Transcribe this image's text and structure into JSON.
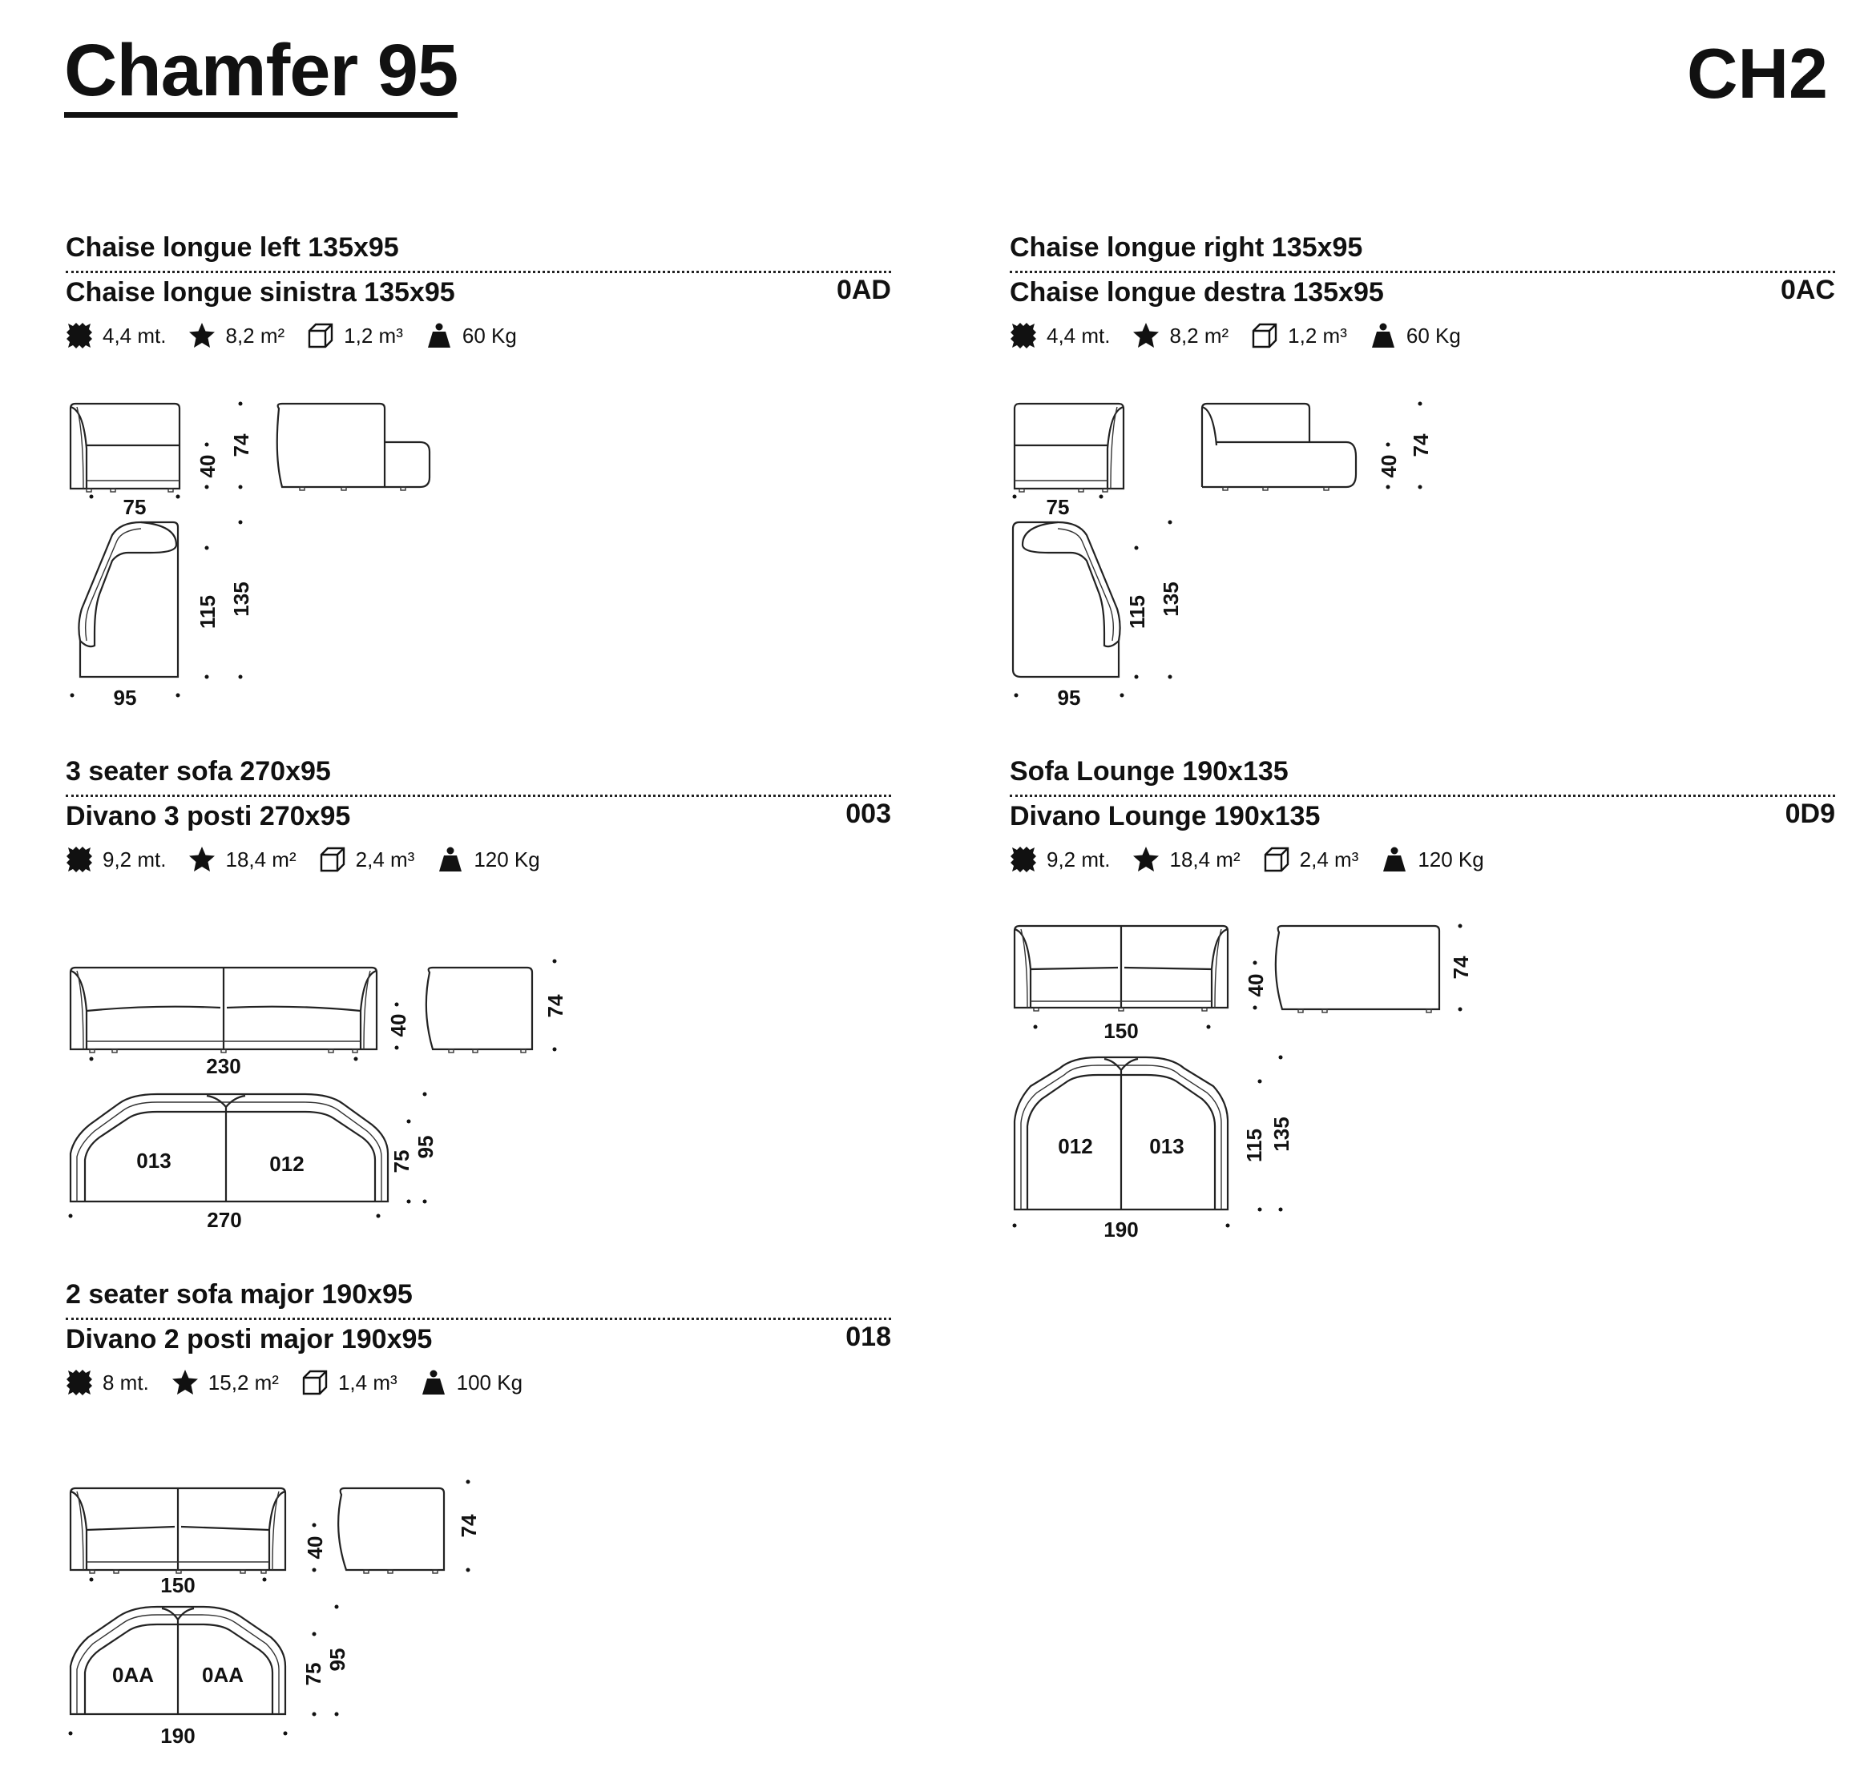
{
  "header": {
    "title": "Chamfer 95",
    "code": "CH2"
  },
  "icons": [
    "leather-hide-icon",
    "star-area-icon",
    "cube-volume-icon",
    "weight-icon"
  ],
  "sections": {
    "s1": {
      "title_en": "Chaise longue left 135x95",
      "title_it": "Chaise longue sinistra 135x95",
      "code": "0AD",
      "specs": {
        "length": "4,4 mt.",
        "area": "8,2 m²",
        "volume": "1,2 m³",
        "weight": "60 Kg"
      },
      "dims": {
        "front_width": "75",
        "seat_height": "40",
        "total_height": "74",
        "top_width": "95",
        "inner_depth": "115",
        "total_depth": "135"
      }
    },
    "s2": {
      "title_en": "Chaise longue right 135x95",
      "title_it": "Chaise longue destra 135x95",
      "code": "0AC",
      "specs": {
        "length": "4,4 mt.",
        "area": "8,2 m²",
        "volume": "1,2 m³",
        "weight": "60 Kg"
      },
      "dims": {
        "front_width": "75",
        "seat_height": "40",
        "total_height": "74",
        "top_width": "95",
        "inner_depth": "115",
        "total_depth": "135"
      }
    },
    "s3": {
      "title_en": "3 seater sofa 270x95",
      "title_it": "Divano 3 posti 270x95",
      "code": "003",
      "specs": {
        "length": "9,2 mt.",
        "area": "18,4 m²",
        "volume": "2,4 m³",
        "weight": "120 Kg"
      },
      "dims": {
        "front_width": "230",
        "seat_height": "40",
        "total_height": "74",
        "top_width": "270",
        "inner_depth": "75",
        "total_depth": "95"
      },
      "modules": [
        "013",
        "012"
      ]
    },
    "s4": {
      "title_en": "Sofa Lounge 190x135",
      "title_it": "Divano Lounge 190x135",
      "code": "0D9",
      "specs": {
        "length": "9,2 mt.",
        "area": "18,4 m²",
        "volume": "2,4 m³",
        "weight": "120 Kg"
      },
      "dims": {
        "front_width": "150",
        "seat_height": "40",
        "total_height": "74",
        "top_width": "190",
        "inner_depth": "115",
        "total_depth": "135"
      },
      "modules": [
        "012",
        "013"
      ]
    },
    "s5": {
      "title_en": "2 seater sofa major 190x95",
      "title_it": "Divano 2 posti major 190x95",
      "code": "018",
      "specs": {
        "length": "8 mt.",
        "area": "15,2 m²",
        "volume": "1,4 m³",
        "weight": "100 Kg"
      },
      "dims": {
        "front_width": "150",
        "seat_height": "40",
        "total_height": "74",
        "top_width": "190",
        "inner_depth": "75",
        "total_depth": "95"
      },
      "modules": [
        "0AA",
        "0AA"
      ]
    }
  }
}
